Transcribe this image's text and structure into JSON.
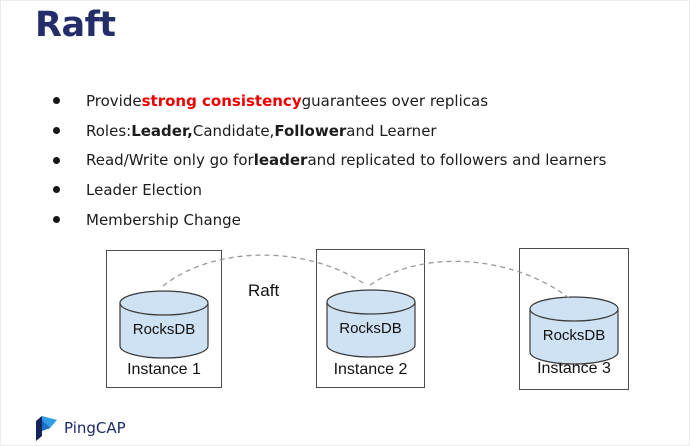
{
  "slide": {
    "title": "Raft",
    "bullets": [
      {
        "segments": [
          {
            "text": "Provide "
          },
          {
            "text": "strong consistency"
          },
          {
            "text": " guarantees over replicas"
          }
        ]
      },
      {
        "segments": [
          {
            "text": "Roles: "
          },
          {
            "text": "Leader,"
          },
          {
            "text": " Candidate, "
          },
          {
            "text": "Follower"
          },
          {
            "text": " and Learner"
          }
        ]
      },
      {
        "segments": [
          {
            "text": "Read/Write only go for "
          },
          {
            "text": "leader"
          },
          {
            "text": " and replicated to followers and learners"
          }
        ]
      },
      {
        "segments": [
          {
            "text": "Leader Election"
          }
        ]
      },
      {
        "segments": [
          {
            "text": "Membership Change"
          }
        ]
      }
    ]
  },
  "diagram": {
    "raft_label": "Raft",
    "instances": [
      {
        "db": "RocksDB",
        "name": "Instance 1"
      },
      {
        "db": "RocksDB",
        "name": "Instance 2"
      },
      {
        "db": "RocksDB",
        "name": "Instance 3"
      }
    ]
  },
  "footer": {
    "logo_text": "PingCAP"
  },
  "colors": {
    "title_navy": "#232d69",
    "accent_red": "#ee0000",
    "body_text": "#1c1c1c",
    "cylinder_fill": "#cfe2f3",
    "box_stroke": "#4d4d4d",
    "dash_gray": "#999999",
    "logo_light_blue": "#2f9ce5",
    "logo_navy": "#16245e"
  }
}
